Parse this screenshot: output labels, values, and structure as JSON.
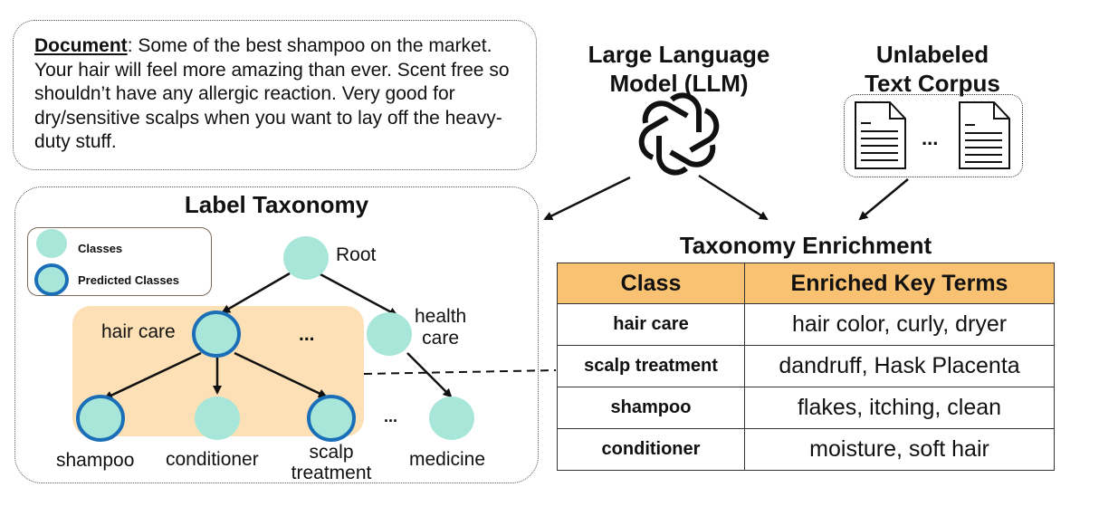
{
  "document": {
    "label": "Document",
    "text": ": Some of the best shampoo on the market. Your hair will feel more amazing than ever. Scent free so shouldn’t have any allergic reaction. Very good for dry/sensitive scalps when you want to lay off the heavy-duty stuff."
  },
  "llm": {
    "title_line1": "Large Language",
    "title_line2": "Model (LLM)",
    "icon": "openai-logo-icon"
  },
  "corpus": {
    "title_line1": "Unlabeled",
    "title_line2": "Text Corpus",
    "ellipsis": "..."
  },
  "taxonomy": {
    "title": "Label Taxonomy",
    "legend": [
      {
        "label": "Classes",
        "style": "plain"
      },
      {
        "label": "Predicted Classes",
        "style": "predicted"
      }
    ],
    "nodes": {
      "root": "Root",
      "hair_care": "hair care",
      "health_care_1": "health",
      "health_care_2": "care",
      "shampoo": "shampoo",
      "conditioner": "conditioner",
      "scalp_1": "scalp",
      "scalp_2": "treatment",
      "medicine": "medicine",
      "ellipsis_top": "...",
      "ellipsis_bottom": "..."
    }
  },
  "enrichment": {
    "title": "Taxonomy Enrichment",
    "headers": [
      "Class",
      "Enriched Key Terms"
    ],
    "rows": [
      {
        "cls": "hair care",
        "terms": "hair color, curly, dryer"
      },
      {
        "cls": "scalp treatment",
        "terms": "dandruff, Hask Placenta"
      },
      {
        "cls": "shampoo",
        "terms": "flakes, itching, clean"
      },
      {
        "cls": "conditioner",
        "terms": "moisture, soft hair"
      }
    ]
  },
  "colors": {
    "node_fill": "#a8e6d9",
    "predicted_stroke": "#1a6fb8",
    "highlight_region": "#fde0b5",
    "table_header": "#f9c172"
  }
}
